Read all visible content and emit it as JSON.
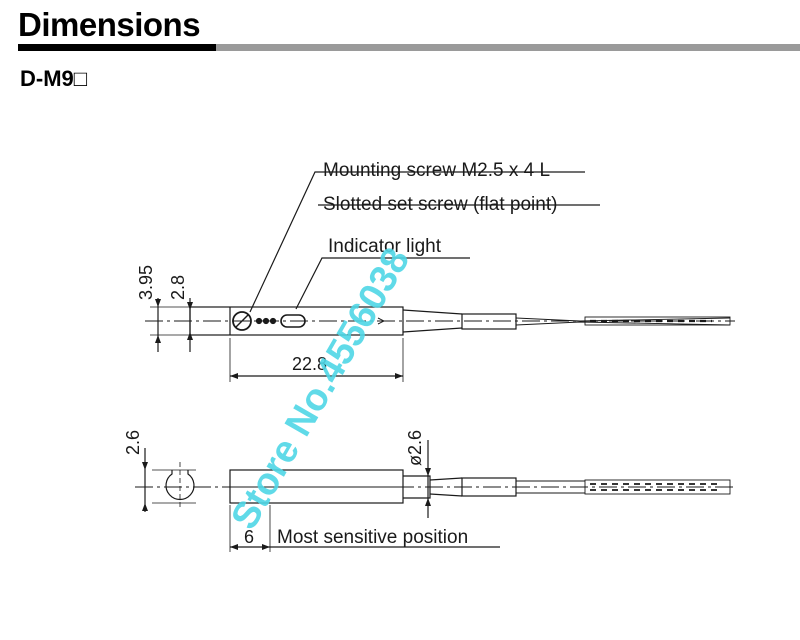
{
  "header": {
    "title": "Dimensions",
    "model": "D-M9□"
  },
  "callouts": {
    "mounting_screw": "Mounting screw M2.5 x 4 L",
    "set_screw": "Slotted set screw (flat point)",
    "indicator": "Indicator light",
    "sensitive": "Most sensitive position"
  },
  "dimensions": {
    "height_total": "3.95",
    "height_inner": "2.8",
    "length": "22.8",
    "side_height": "2.6",
    "cable_dia": "ø2.6",
    "sensitive_offset": "6"
  },
  "watermark": "Store No.4556038",
  "colors": {
    "ink": "#1a1a1a",
    "watermark": "#4fd7e6",
    "rule_grey": "#9a9a9a"
  }
}
